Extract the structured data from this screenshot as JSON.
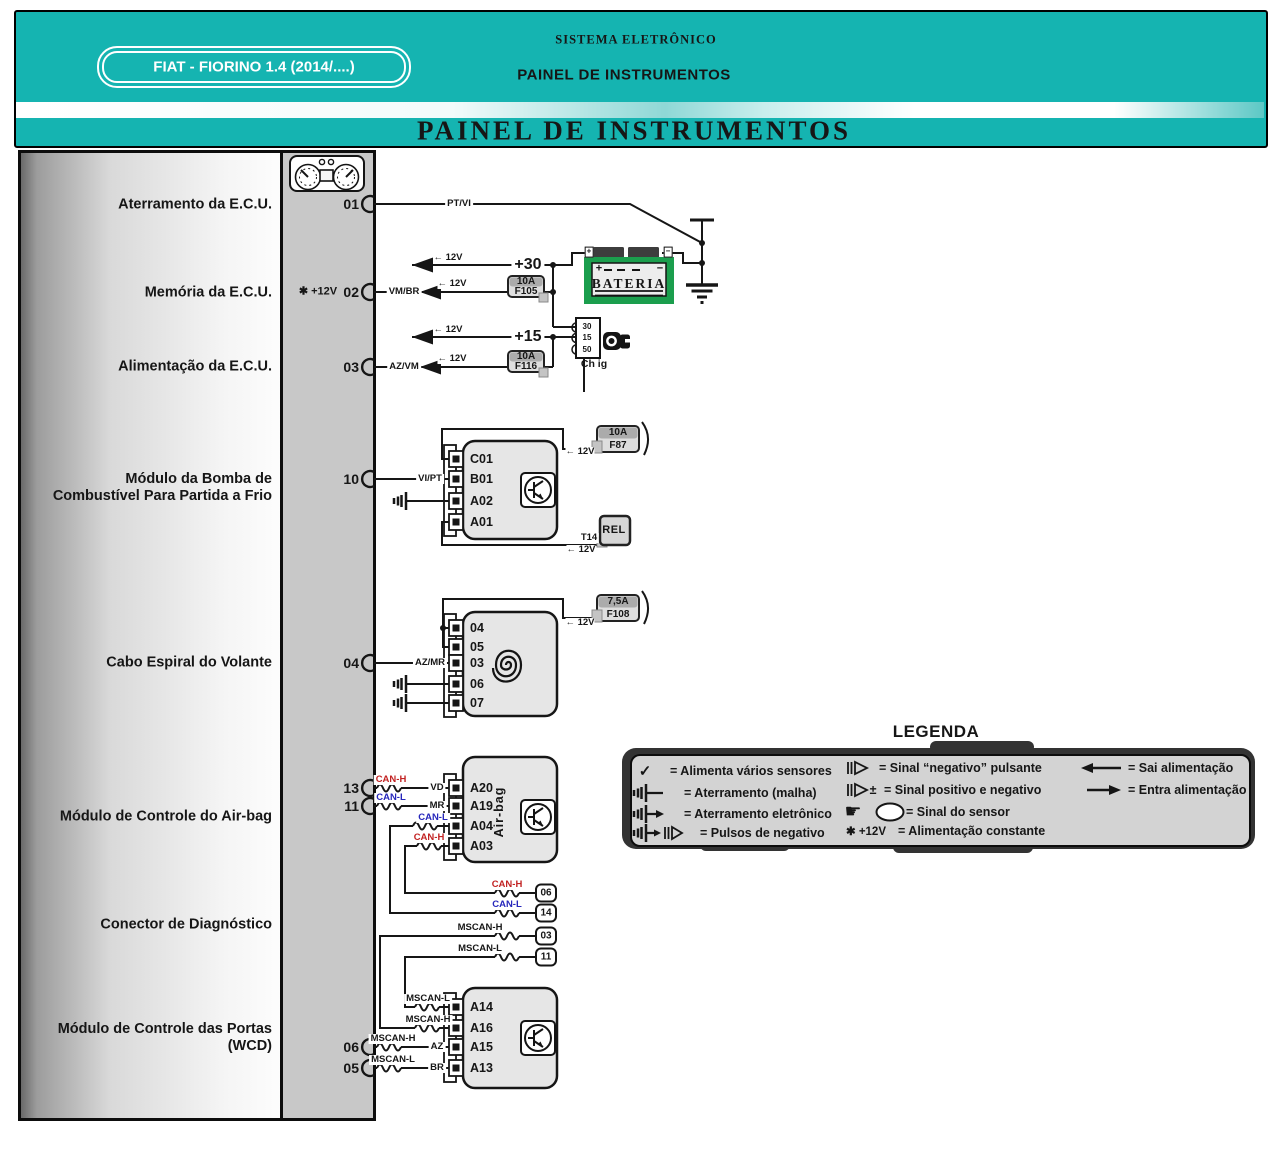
{
  "header": {
    "system": "SISTEMA ELETRÔNICO",
    "subtitle": "PAINEL DE INSTRUMENTOS",
    "badge": "FIAT - FIORINO  1.4 (2014/....)",
    "title": "PAINEL DE INSTRUMENTOS"
  },
  "left_labels": {
    "aterramento": "Aterramento da E.C.U.",
    "memoria": "Memória da E.C.U.",
    "alimentacao": "Alimentação da E.C.U.",
    "bomba": "Módulo da Bomba de\nCombustível Para Partida a Frio",
    "cabo": "Cabo Espiral do Volante",
    "airbag": "Módulo de Controle do Air-bag",
    "diagnostico": "Conector de Diagnóstico",
    "portas": "Módulo de Controle das Portas\n(WCD)"
  },
  "panel": {
    "pins": {
      "p01": "01",
      "p02": "02",
      "p03": "03",
      "p10": "10",
      "p04": "04",
      "p13": "13",
      "p11": "11",
      "p06": "06",
      "p05": "05"
    },
    "const_power": "✱ +12V"
  },
  "power": {
    "plus30": "+30",
    "plus15": "+15",
    "v12": "← 12V",
    "bateria": "BATERIA",
    "plus": "+",
    "minus": "−",
    "ign": {
      "t30": "30",
      "t15": "15",
      "t50": "50"
    },
    "chig": "Ch ig"
  },
  "fuses": {
    "a10": "10A",
    "a75": "7,5A",
    "f105": "F105",
    "f116": "F116",
    "f87": "F87",
    "f108": "F108",
    "rel": "REL",
    "t14": "T14"
  },
  "wires": {
    "ptvi": "PT/VI",
    "vmbr": "VM/BR",
    "azvm": "AZ/VM",
    "vipt": "VI/PT",
    "azmr": "AZ/MR",
    "vd": "VD",
    "mr": "MR",
    "az": "AZ",
    "br": "BR",
    "canh": "CAN-H",
    "canl": "CAN-L",
    "mscanh": "MSCAN-H",
    "mscanl": "MSCAN-L"
  },
  "modules": {
    "bomba": {
      "pins": [
        "C01",
        "B01",
        "A02",
        "A01"
      ]
    },
    "espiral": {
      "pins": [
        "04",
        "05",
        "03",
        "06",
        "07"
      ]
    },
    "airbag": {
      "label": "Air-bag",
      "pins": [
        "A20",
        "A19",
        "A04",
        "A03"
      ]
    },
    "portas": {
      "pins": [
        "A14",
        "A16",
        "A15",
        "A13"
      ]
    },
    "diag": {
      "pins": [
        "06",
        "14",
        "03",
        "11"
      ]
    }
  },
  "legend": {
    "title": "LEGENDA",
    "col1": [
      "= Alimenta vários sensores",
      "= Aterramento (malha)",
      "= Aterramento eletrônico",
      "= Pulsos de negativo"
    ],
    "col2": [
      "= Sinal “negativo” pulsante",
      "= Sinal positivo e negativo",
      "= Sinal do sensor",
      "= Alimentação constante"
    ],
    "col3": [
      "= Sai alimentação",
      "= Entra alimentação"
    ],
    "check": "✓",
    "plusminus": "±",
    "hand": "☛",
    "const12": "✱ +12V"
  },
  "colors": {
    "teal": "#15b4b1",
    "battery_green": "#1b9e4d",
    "can_h_red": "#c22222",
    "can_l_blue": "#2626bb",
    "panel_gray": "#c8c8c8"
  }
}
